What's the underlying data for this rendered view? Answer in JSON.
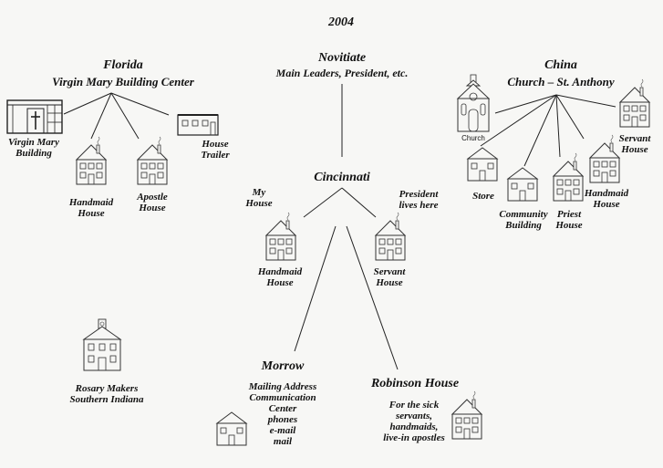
{
  "year": "2004",
  "novitiate": {
    "title": "Novitiate",
    "subtitle": "Main Leaders, President, etc."
  },
  "florida": {
    "title": "Florida",
    "subtitle": "Virgin Mary Building Center",
    "virgin_mary_building": "Virgin Mary\nBuilding",
    "handmaid_house": "Handmaid\nHouse",
    "apostle_house": "Apostle\nHouse",
    "house_trailer": "House\nTrailer"
  },
  "china": {
    "title": "China",
    "subtitle": "Church – St. Anthony",
    "church_caption": "Church",
    "store": "Store",
    "community_building": "Community\nBuilding",
    "priest_house": "Priest\nHouse",
    "handmaid_house": "Handmaid\nHouse",
    "servant_house": "Servant\nHouse"
  },
  "cincinnati": {
    "title": "Cincinnati",
    "my_house": "My\nHouse",
    "president_note": "President\nlives here",
    "handmaid_house": "Handmaid\nHouse",
    "servant_house": "Servant\nHouse"
  },
  "rosary_makers": "Rosary Makers\nSouthern Indiana",
  "morrow": {
    "title": "Morrow",
    "details": "Mailing Address\nCommunication\nCenter\nphones\ne-mail\nmail"
  },
  "robinson_house": {
    "title": "Robinson House",
    "details": "For the sick\nservants,\nhandmaids,\nlive-in apostles"
  }
}
